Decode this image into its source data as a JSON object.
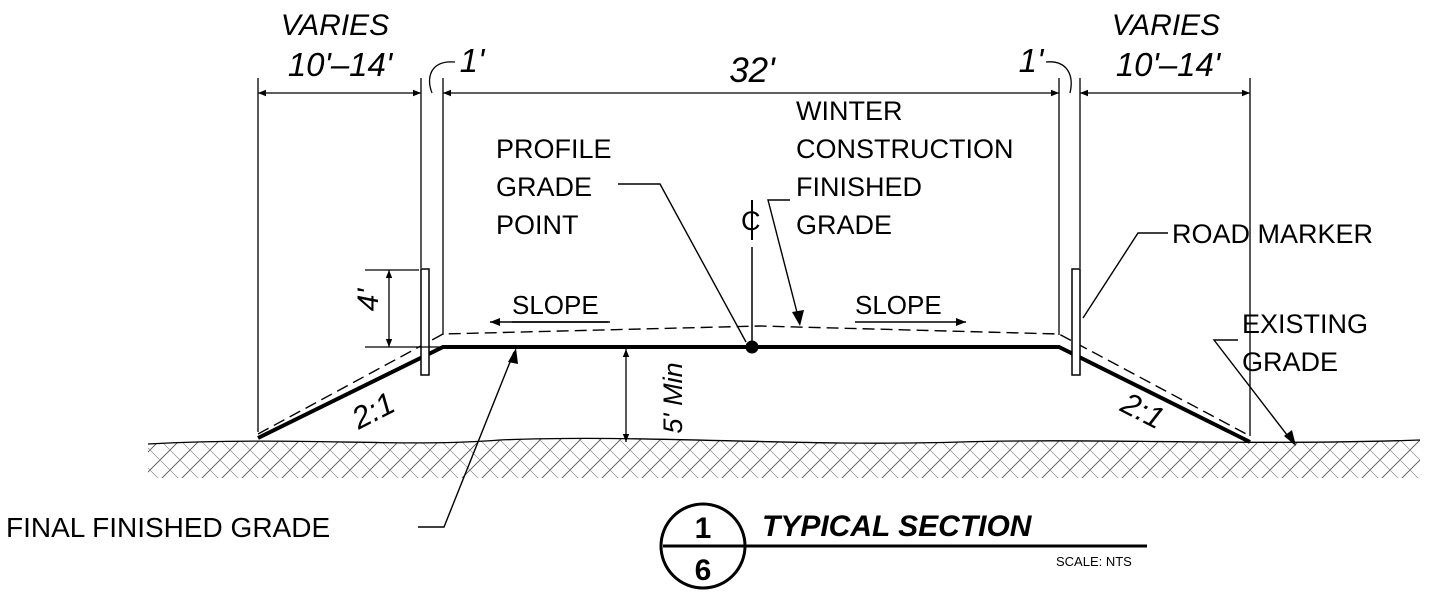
{
  "dimensions": {
    "left_width_top": "VARIES",
    "left_width_bottom": "10'–14'",
    "left_offset": "1'",
    "roadway_width": "32'",
    "right_offset": "1'",
    "right_width_top": "VARIES",
    "right_width_bottom": "10'–14'",
    "marker_height": "4'",
    "embankment_min": "5' Min",
    "left_side_slope": "2:1",
    "right_side_slope": "2:1"
  },
  "callouts": {
    "profile_grade_point": [
      "PROFILE",
      "GRADE",
      "POINT"
    ],
    "winter_construction": [
      "WINTER",
      "CONSTRUCTION",
      "FINISHED",
      "GRADE"
    ],
    "centerline": "C",
    "road_marker": "ROAD MARKER",
    "existing_grade": [
      "EXISTING",
      "GRADE"
    ],
    "final_finished_grade": "FINAL FINISHED GRADE",
    "slope_left": "SLOPE",
    "slope_right": "SLOPE"
  },
  "title_block": {
    "detail_number": "1",
    "sheet_number": "6",
    "title": "TYPICAL SECTION",
    "scale": "SCALE: NTS"
  }
}
